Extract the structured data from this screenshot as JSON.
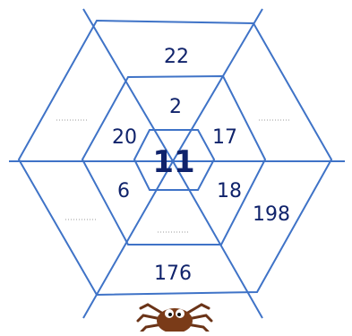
{
  "colors": {
    "web": "#3f73c7",
    "number": "#10236b",
    "dots": "#9b9b9b",
    "spider_body": "#7a3b18",
    "spider_legs": "#6a3317"
  },
  "web": {
    "center": "11",
    "inner_ring": {
      "top": "2",
      "upper_right": "17",
      "lower_right": "18",
      "bottom": "",
      "lower_left": "6",
      "upper_left": "20"
    },
    "outer_ring": {
      "top": "22",
      "upper_right": "",
      "lower_right": "198",
      "bottom": "176",
      "lower_left": "",
      "upper_left": ""
    }
  },
  "decorations": {
    "spider_icon": "spider-icon"
  }
}
